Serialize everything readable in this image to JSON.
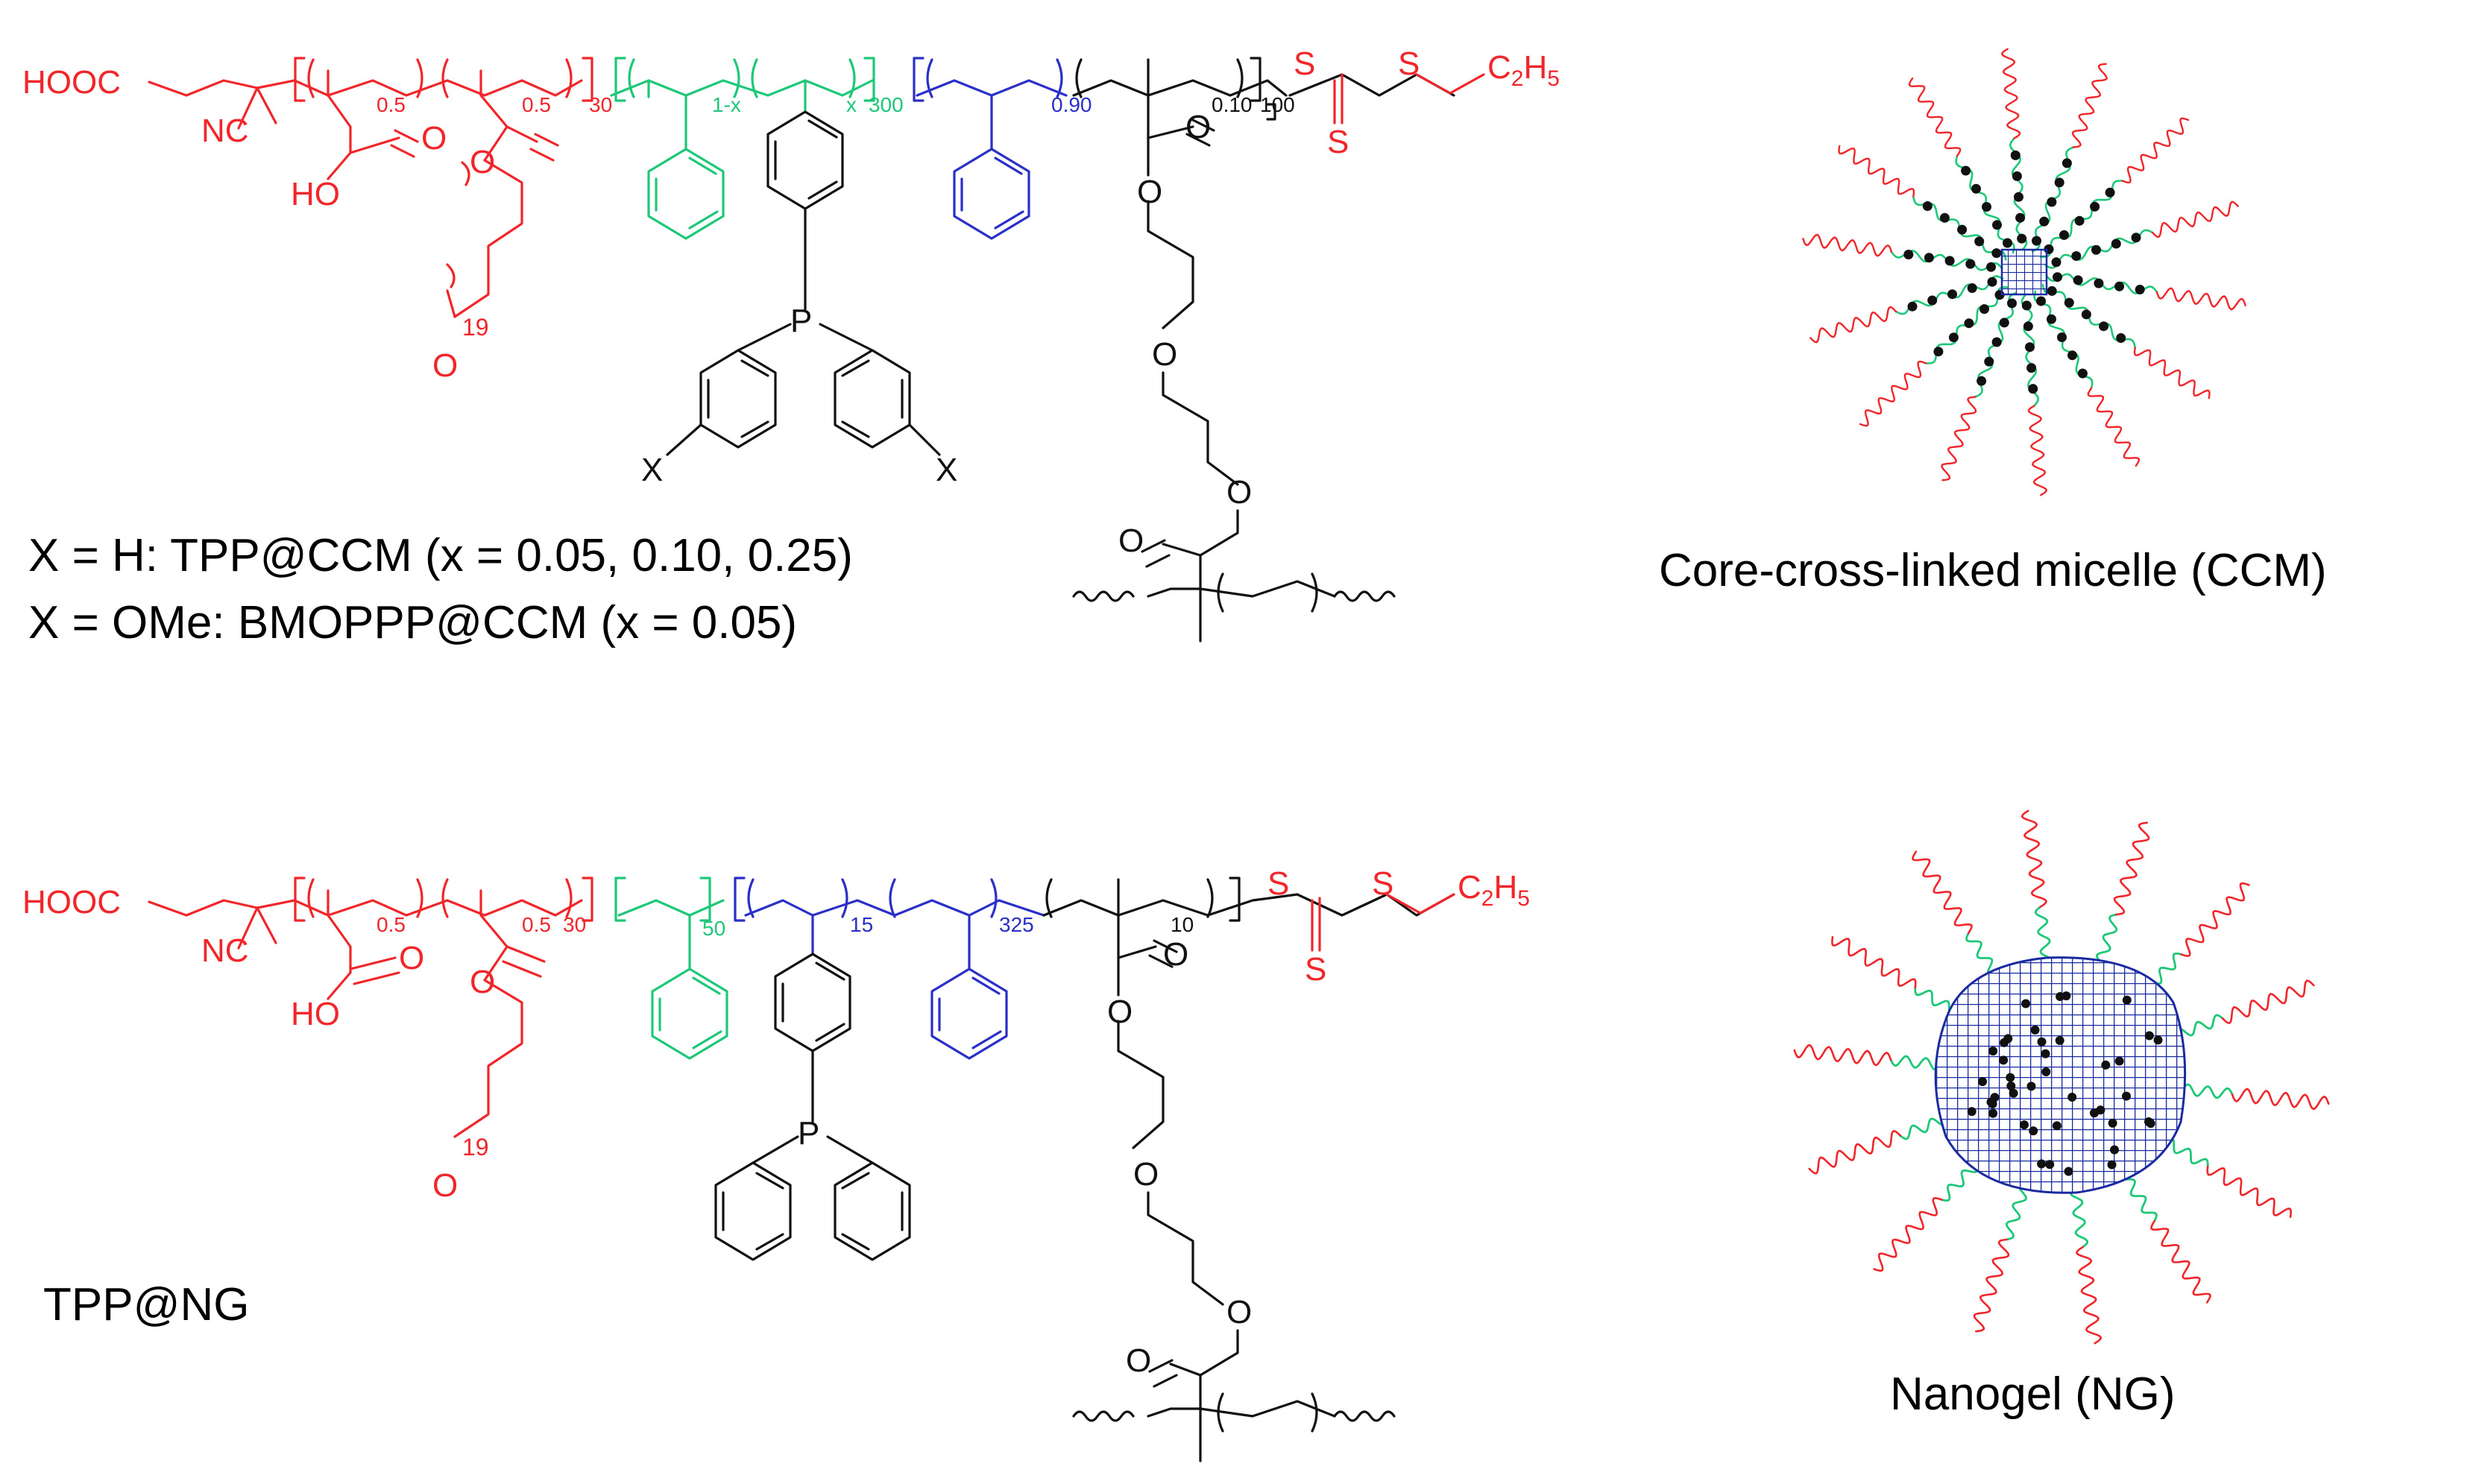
{
  "colors": {
    "red": "#f0262b",
    "green": "#1ec878",
    "blue": "#2a2fc8",
    "black": "#111111",
    "mesh": "#1a2aa0"
  },
  "top": {
    "end_group_left": "HOOC",
    "nitrile": "NC",
    "acid": "HO",
    "oxo": "O",
    "ether_o": "O",
    "methoxy_o": "O",
    "n_peg": "19",
    "sub_a1": "0.5",
    "sub_a2": "0.5",
    "sub_a3": "30",
    "sub_g1": "1-x",
    "sub_g2": "x",
    "sub_g3": "300",
    "sub_b1": "0.90",
    "sub_k1": "0.10",
    "sub_k2": "100",
    "phosphorus": "P",
    "x_left": "X",
    "x_right": "X",
    "sulfur_1": "S",
    "sulfur_2": "S",
    "sulfur_3": "S",
    "ethyl": "C",
    "ethyl_sub2": "2",
    "ethyl_h": "H",
    "ethyl_sub5": "5",
    "ester_o1": "O",
    "ester_o2": "O",
    "ether_o2": "O",
    "ester_o3": "O",
    "ester_o4": "O",
    "legend_line1": "X = H: TPP@CCM (x = 0.05, 0.10, 0.25)",
    "legend_line2": "X = OMe: BMOPPP@CCM (x = 0.05)",
    "particle_label": "Core-cross-linked micelle (CCM)"
  },
  "bottom": {
    "end_group_left": "HOOC",
    "nitrile": "NC",
    "acid": "HO",
    "oxo": "O",
    "ether_o": "O",
    "methoxy_o": "O",
    "n_peg": "19",
    "sub_a1": "0.5",
    "sub_a2": "0.5",
    "sub_a3": "30",
    "sub_g1": "50",
    "sub_b1": "15",
    "sub_b2": "325",
    "sub_k1": "10",
    "phosphorus": "P",
    "sulfur_1": "S",
    "sulfur_2": "S",
    "sulfur_3": "S",
    "ethyl": "C",
    "ethyl_sub2": "2",
    "ethyl_h": "H",
    "ethyl_sub5": "5",
    "ester_o1": "O",
    "ester_o2": "O",
    "ether_o2": "O",
    "ester_o3": "O",
    "ester_o4": "O",
    "legend": "TPP@NG",
    "particle_label": "Nanogel (NG)"
  }
}
